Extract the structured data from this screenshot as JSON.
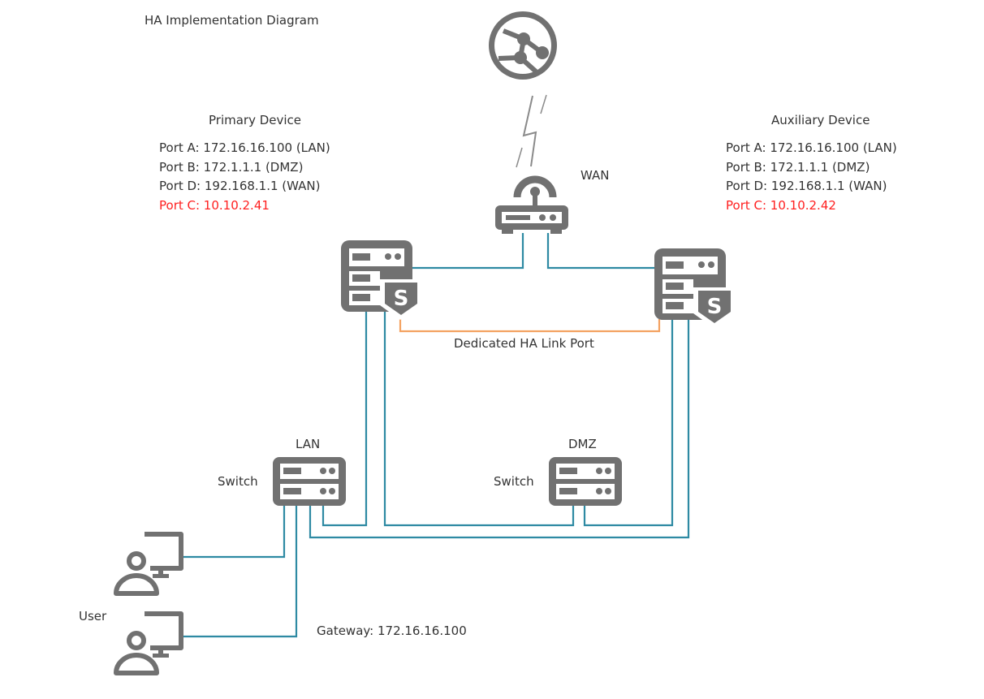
{
  "title": "HA Implementation Diagram",
  "primary": {
    "heading": "Primary Device",
    "ports": [
      "Port A: 172.16.16.100 (LAN)",
      "Port B: 172.1.1.1 (DMZ)",
      "Port D: 192.168.1.1 (WAN)"
    ],
    "ha_port": "Port C: 10.10.2.41"
  },
  "auxiliary": {
    "heading": "Auxiliary Device",
    "ports": [
      "Port A: 172.16.16.100 (LAN)",
      "Port B: 172.1.1.1 (DMZ)",
      "Port D: 192.168.1.1 (WAN)"
    ],
    "ha_port": "Port C: 10.10.2.42"
  },
  "labels": {
    "wan": "WAN",
    "ha_link": "Dedicated HA Link Port",
    "lan": "LAN",
    "dmz": "DMZ",
    "lan_switch": "Switch",
    "dmz_switch": "Switch",
    "user": "User",
    "gateway": "Gateway: 172.16.16.100"
  },
  "colors": {
    "wire": "#2e8aa3",
    "ha_link": "#f4a261",
    "icon": "#717171",
    "highlight": "#ff2020"
  }
}
